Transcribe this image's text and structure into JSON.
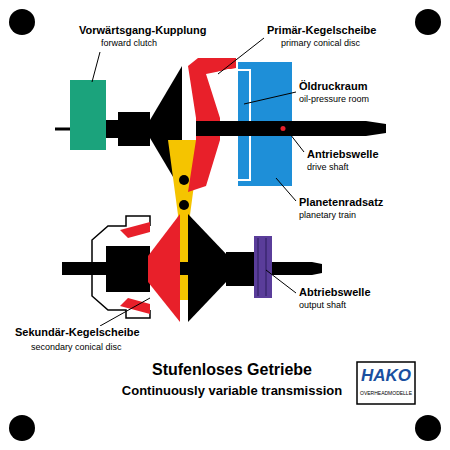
{
  "diagram": {
    "title": "Stufenloses Getriebe",
    "labels": [
      "Vorwärtsgang-Kupplung",
      "forward clutch",
      "Primär-Kegelscheibe",
      "primary conical disc",
      "Öldruckraum",
      "oil-pressure room",
      "Antriebswelle",
      "drive shaft",
      "Planetenradsatz",
      "planetary train",
      "Abtriebswelle",
      "output shaft",
      "Sekundär-Kegelscheibe",
      "secondary conical disc",
      "Continuously variable transmission",
      "HAKO",
      "OVERHEADMODELLE"
    ]
  }
}
